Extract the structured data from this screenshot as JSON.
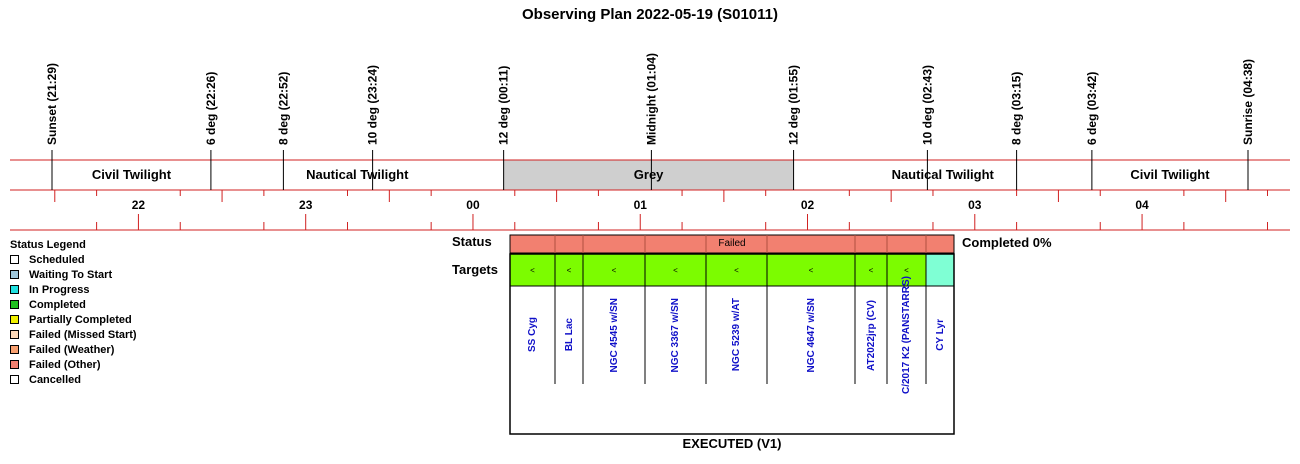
{
  "title": "Observing Plan 2022-05-19 (S01011)",
  "colors": {
    "grid_red": "#d02020",
    "grey_band": "#cfcfcf",
    "failed": "#f28070",
    "target_green": "#7cfc00",
    "pending_cyan": "#7fffd4"
  },
  "events": [
    {
      "label": "Sunset (21:29)",
      "time": "21:29"
    },
    {
      "label": "6 deg (22:26)",
      "time": "22:26"
    },
    {
      "label": "8 deg (22:52)",
      "time": "22:52"
    },
    {
      "label": "10 deg (23:24)",
      "time": "23:24"
    },
    {
      "label": "12 deg (00:11)",
      "time": "00:11"
    },
    {
      "label": "Midnight (01:04)",
      "time": "01:04"
    },
    {
      "label": "12 deg (01:55)",
      "time": "01:55"
    },
    {
      "label": "10 deg (02:43)",
      "time": "02:43"
    },
    {
      "label": "8 deg (03:15)",
      "time": "03:15"
    },
    {
      "label": "6 deg (03:42)",
      "time": "03:42"
    },
    {
      "label": "Sunrise (04:38)",
      "time": "04:38"
    }
  ],
  "bands": [
    {
      "label": "Civil Twilight",
      "from": "21:29",
      "to": "22:26",
      "grey": false
    },
    {
      "label": "Nautical Twilight",
      "from": "22:26",
      "to": "00:11",
      "grey": false
    },
    {
      "label": "Grey",
      "from": "00:11",
      "to": "01:55",
      "grey": true
    },
    {
      "label": "Nautical Twilight",
      "from": "01:55",
      "to": "03:42",
      "grey": false
    },
    {
      "label": "Civil Twilight",
      "from": "03:42",
      "to": "04:38",
      "grey": false
    }
  ],
  "hours": [
    "22",
    "23",
    "00",
    "01",
    "02",
    "03",
    "04"
  ],
  "legend": {
    "title": "Status Legend",
    "items": [
      {
        "label": "Scheduled",
        "color": "#ffffff"
      },
      {
        "label": "Waiting To Start",
        "color": "#9fc8dc"
      },
      {
        "label": "In Progress",
        "color": "#20e0e0"
      },
      {
        "label": "Completed",
        "color": "#20c020"
      },
      {
        "label": "Partially Completed",
        "color": "#f0f000"
      },
      {
        "label": "Failed (Missed Start)",
        "color": "#fcd8b8"
      },
      {
        "label": "Failed (Weather)",
        "color": "#f8a070"
      },
      {
        "label": "Failed (Other)",
        "color": "#f28070"
      },
      {
        "label": "Cancelled",
        "color": "#ffffff"
      }
    ]
  },
  "status_row": {
    "label": "Status",
    "value": "Failed"
  },
  "targets_row": {
    "label": "Targets"
  },
  "completed": "Completed 0%",
  "footer": "EXECUTED (V1)",
  "targets": [
    {
      "name": "SS Cyg",
      "mark": "<",
      "status": "Failed"
    },
    {
      "name": "BL Lac",
      "mark": "<",
      "status": "Failed"
    },
    {
      "name": "NGC 4545 w/SN",
      "mark": "<",
      "status": "Failed"
    },
    {
      "name": "NGC 3367 w/SN",
      "mark": "<",
      "status": "Failed"
    },
    {
      "name": "NGC 5239 w/AT",
      "mark": "<",
      "status": "Failed"
    },
    {
      "name": "NGC 4647 w/SN",
      "mark": "<",
      "status": "Failed"
    },
    {
      "name": "AT2022jrp (CV)",
      "mark": "<",
      "status": "Failed"
    },
    {
      "name": "C/2017 K2 (PANSTARRS)",
      "mark": "<",
      "status": "Failed"
    },
    {
      "name": "CY Lyr",
      "mark": "",
      "status": "Failed"
    }
  ]
}
